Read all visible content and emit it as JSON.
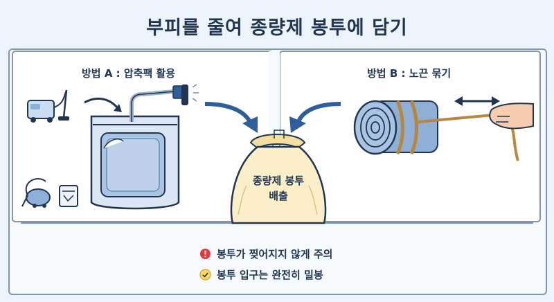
{
  "title": "부피를 줄여 종량제 봉투에 담기",
  "method_a": {
    "title": "방법 A : 압축팩 활용"
  },
  "method_b": {
    "title": "방법 B : 노끈 묶기"
  },
  "bag": {
    "line1": "종량제 봉투",
    "line2": "배출"
  },
  "notes": [
    {
      "icon": "warning-icon",
      "text": "봉투가 찢어지지 않게 주의",
      "color": "#e23b3b"
    },
    {
      "icon": "check-icon",
      "text": "봉투 입구는 완전히 밀봉",
      "color": "#e8b422"
    }
  ],
  "colors": {
    "navy": "#1f3552",
    "panel_border": "#7f97b3",
    "bag": "#fbefc9",
    "blue_arrow": "#2d5f9c"
  }
}
